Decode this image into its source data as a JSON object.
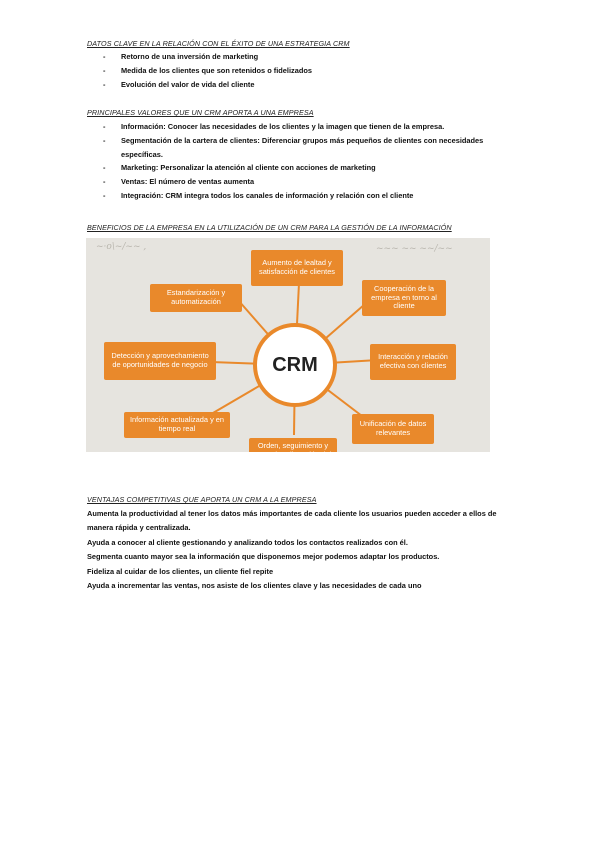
{
  "section1": {
    "heading": "DATOS CLAVE EN LA RELACIÓN CON EL ÉXITO DE UNA ESTRATEGIA CRM",
    "items": [
      "Retorno de una inversión de marketing",
      "Medida de los clientes que son retenidos o fidelizados",
      "Evolución del valor de vida del cliente"
    ]
  },
  "section2": {
    "heading": "PRINCIPALES VALORES QUE UN CRM APORTA A UNA EMPRESA",
    "items": [
      "Información: Conocer las necesidades de los clientes y la imagen que tienen de la empresa.",
      "Segmentación de la cartera de clientes: Diferenciar grupos más pequeños de clientes con necesidades específicas.",
      "Marketing: Personalizar la atención al cliente con acciones de marketing",
      "Ventas: El número de ventas aumenta",
      "Integración: CRM integra todos los canales de información y relación con el cliente"
    ]
  },
  "section3": {
    "heading": "BENEFICIOS DE LA EMPRESA EN LA UTILIZACIÓN DE UN CRM PARA LA  GESTIÓN DE LA INFORMACIÓN"
  },
  "diagram": {
    "center": "CRM",
    "nodes": {
      "top": "Aumento de lealtad y satisfacción de clientes",
      "top_right": "Cooperación de la empresa en torno al cliente",
      "right": "Interacción y relación efectiva con clientes",
      "bottom_right": "Unificación de datos relevantes",
      "bottom": "Orden, seguimiento y control = Alineación del equipo",
      "bottom_left": "Información actualizada y en tiempo real",
      "left": "Detección y aprovechamiento de oportunidades de negocio",
      "top_left": "Estandarización y automatización"
    },
    "accent_color": "#e9892b"
  },
  "section4": {
    "heading": "VENTAJAS COMPETITIVAS QUE APORTA UN CRM A LA EMPRESA",
    "paragraphs": [
      "Aumenta la productividad al tener los datos más importantes de cada cliente los usuarios pueden acceder a ellos de manera rápida y centralizada.",
      "Ayuda a conocer al cliente gestionando y analizando todos los contactos realizados con él.",
      "Segmenta cuanto mayor sea la información que disponemos mejor podemos adaptar los productos.",
      "Fideliza al cuidar de los clientes, un cliente fiel repite",
      "Ayuda a incrementar las ventas, nos asiste de los clientes clave y las necesidades de cada uno"
    ]
  }
}
